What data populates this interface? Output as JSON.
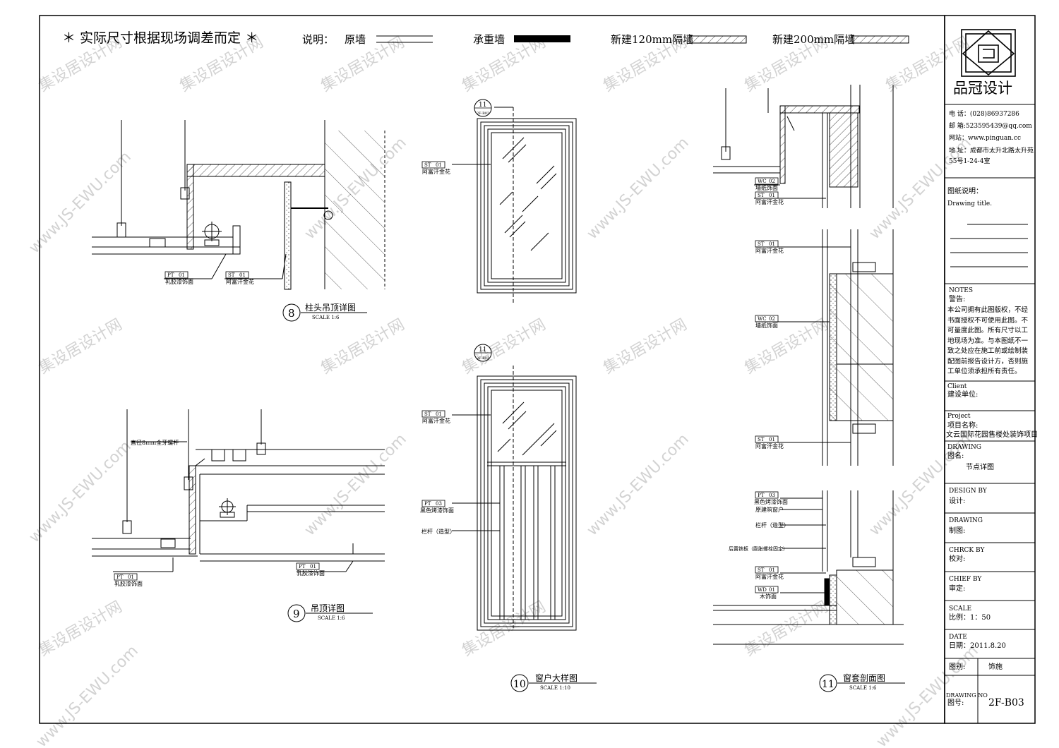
{
  "header": {
    "note": "＊ 实际尺寸根据现场调差而定 ＊",
    "legend_label": "说明：",
    "legend_items": [
      {
        "label": "原墙"
      },
      {
        "label": "承重墙"
      },
      {
        "label": "新建120mm隔墙"
      },
      {
        "label": "新建200mm隔墙"
      }
    ]
  },
  "watermark": "www.JS-EWU.com",
  "watermark_cn": "集设居设计网",
  "details": [
    {
      "number": "8",
      "title": "柱头吊顶详图",
      "scale": "SCALE 1:6"
    },
    {
      "number": "9",
      "title": "吊顶详图",
      "scale": "SCALE 1:6"
    },
    {
      "number": "10",
      "title": "窗户大样图",
      "scale": "SCALE 1:10"
    },
    {
      "number": "11",
      "title": "窗套剖面图",
      "scale": "SCALE 1:6"
    }
  ],
  "callouts": {
    "pt01": {
      "code": "PT",
      "num": "01",
      "desc": "乳胶漆饰面"
    },
    "st01": {
      "code": "ST",
      "num": "01",
      "desc": "阿富汗金花"
    },
    "pt03": {
      "code": "PT",
      "num": "03",
      "desc": "黑色烤漆饰面"
    },
    "wc02": {
      "code": "WC",
      "num": "02",
      "desc": "墙纸饰面"
    },
    "wd01": {
      "code": "WD",
      "num": "01",
      "desc": "木饰面"
    },
    "rod": "直径8mm全牙螺杆",
    "rail": "栏杆（造型）",
    "orig_window": "原建筑窗户",
    "iron_plate": "后置铁板（膨胀螺栓固定）",
    "section_mark_num": "11",
    "section_mark_ref": "2F-B03"
  },
  "title_block": {
    "logo_name": "品冠设计",
    "phone": "电  话：(028)86937286",
    "email": "邮  箱:523595439@qq.com",
    "website": "网站：www.pinguan.cc",
    "address": "地  址：成都市太升北路太升苑55号1-24-4室",
    "drawing_title_cn": "图纸说明：",
    "drawing_title_en": "Drawing title.",
    "notes_en": "NOTES",
    "notes_cn": "警告:",
    "notes_body": "本公司拥有此图版权，不经书面授权不可使用此图。不可量度此图。所有尺寸以工地现场为准。与本图纸不一致之处应在施工前或绘制装配图前报告设计方，否则施工单位须承担所有责任。",
    "client_en": "Client",
    "client_cn": "建设单位:",
    "project_en": "Project",
    "project_cn": "项目名称:",
    "project_name": "文云国际花园售楼处装饰项目",
    "drawing_en": "DRAWING",
    "drawing_cn": "图名:",
    "drawing_name": "节点详图",
    "design_en": "DESIGN BY",
    "design_cn": "设计:",
    "draw_en": "DRAWING",
    "draw_cn": "制图:",
    "check_en": "CHRCK BY",
    "check_cn": "校对:",
    "chief_en": "CHIEF BY",
    "chief_cn": "审定:",
    "scale_en": "SCALE",
    "scale_cn": "比例：1：50",
    "date_en": "DATE",
    "date_cn": "日期：2011.8.20",
    "category_label": "图别:",
    "category_value": "饰施",
    "drawing_no_en": "DRAWING NO",
    "drawing_no_cn": "图号:",
    "drawing_no": "2F-B03"
  }
}
